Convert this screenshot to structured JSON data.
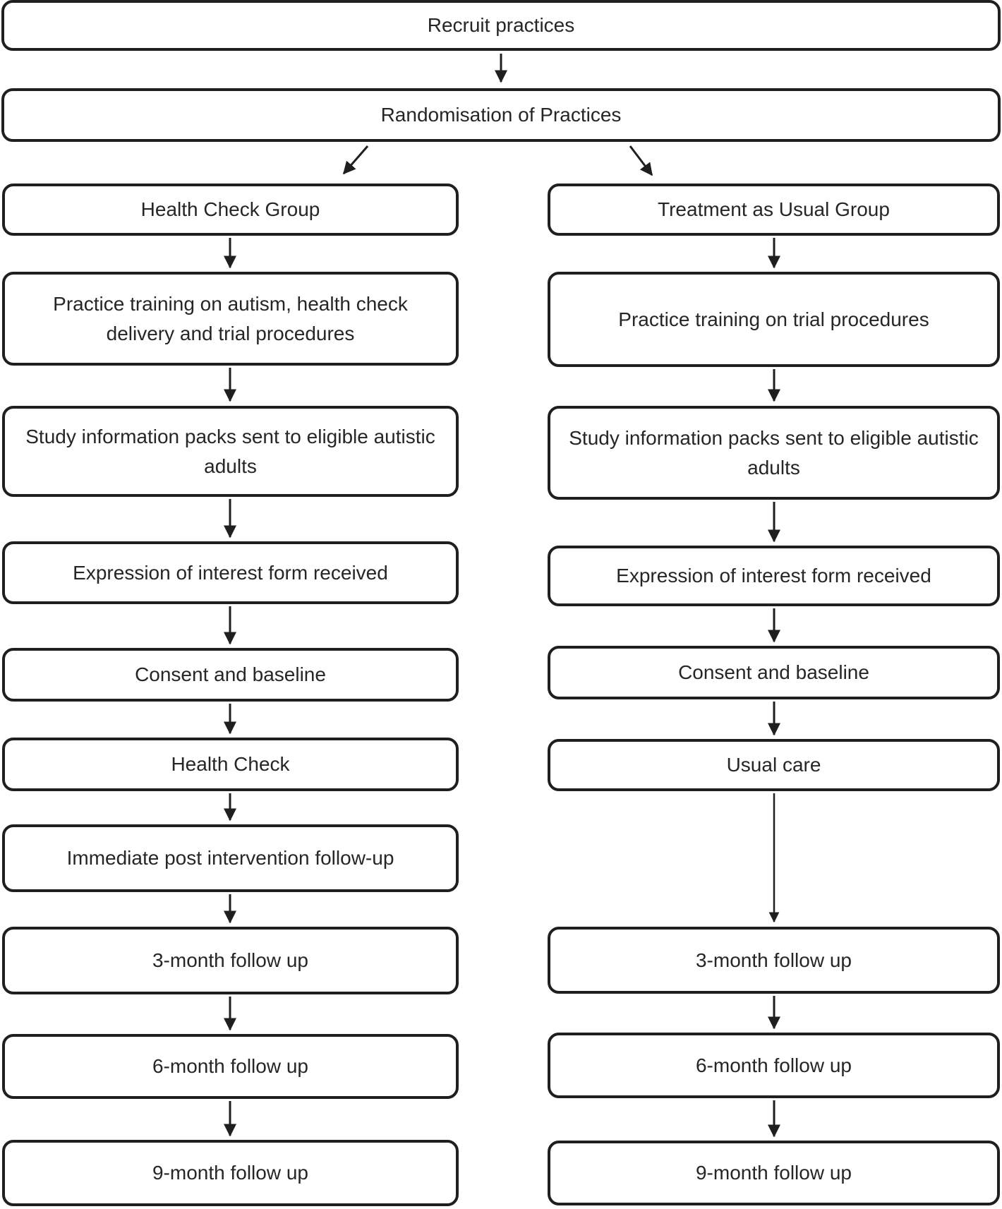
{
  "page": {
    "colors": {
      "border": "#1f1f1f",
      "text": "#262626",
      "background": "#ffffff"
    }
  },
  "flow": {
    "recruit": "Recruit practices",
    "randomisation": "Randomisation of Practices",
    "left": {
      "header": "Health Check Group",
      "steps": [
        "Practice training on autism, health check delivery and trial procedures",
        "Study information packs sent to eligible autistic adults",
        "Expression of interest form received",
        "Consent and baseline",
        "Health Check",
        "Immediate post intervention follow-up",
        "3-month follow up",
        "6-month follow up",
        "9-month follow up"
      ]
    },
    "right": {
      "header": "Treatment as Usual Group",
      "steps": [
        "Practice training on trial procedures",
        "Study information packs sent to eligible autistic adults",
        "Expression of interest form received",
        "Consent and baseline",
        "Usual care",
        "3-month follow up",
        "6-month follow up",
        "9-month follow up"
      ]
    }
  }
}
